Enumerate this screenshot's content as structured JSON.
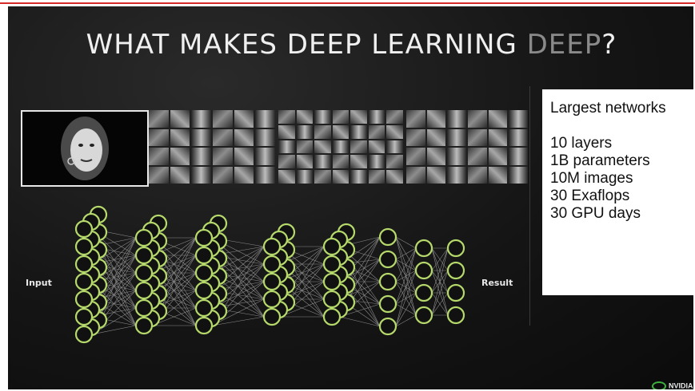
{
  "slide": {
    "title_main": "WHAT MAKES DEEP LEARNING",
    "title_dim": "DEEP",
    "title_end": "?",
    "input_label": "Input",
    "result_label": "Result",
    "layers": [
      7,
      6,
      6,
      5,
      5,
      5,
      4,
      4
    ],
    "node_color": "#b6d96b",
    "edge_color": "#8a8a8a"
  },
  "info": {
    "heading": "Largest networks",
    "items": [
      "10 layers",
      "1B parameters",
      "10M images",
      "30 Exaflops",
      "30 GPU days"
    ]
  },
  "brand": {
    "label": "NVIDIA",
    "accent": "#76b900"
  }
}
